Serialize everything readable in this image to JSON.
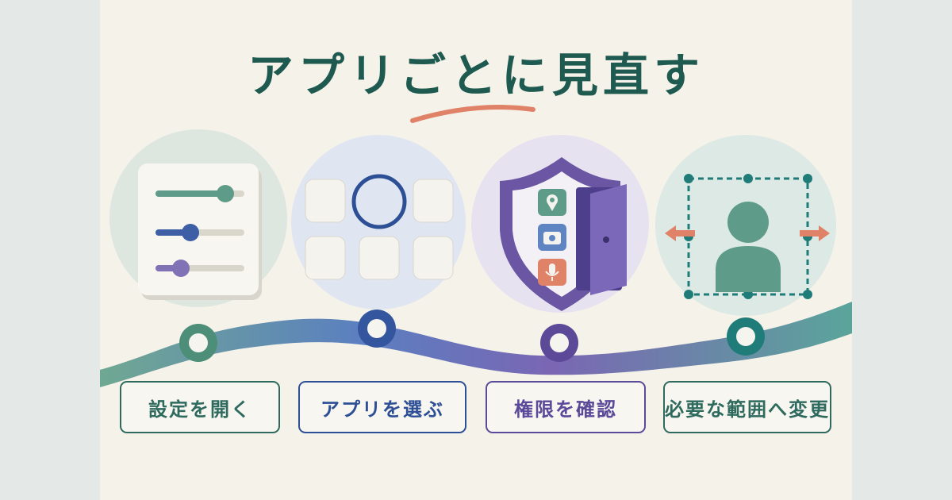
{
  "title": "アプリごとに見直す",
  "colors": {
    "title": "#1f5a50",
    "accent_underline": "#e08268",
    "teal": "#5e9c89",
    "blue": "#3e5fa6",
    "purple": "#6a56a3",
    "dark_teal": "#1f7c78",
    "coral": "#e08268"
  },
  "steps": [
    {
      "label": "設定を開く",
      "icon": "settings-sliders-icon",
      "color": "#2e6b5e"
    },
    {
      "label": "アプリを選ぶ",
      "icon": "app-grid-icon",
      "color": "#2d4f95"
    },
    {
      "label": "権限を確認",
      "icon": "shield-permissions-icon",
      "color": "#5a4a9a"
    },
    {
      "label": "必要な範囲へ変更",
      "icon": "resize-person-icon",
      "color": "#2e6b5e"
    }
  ]
}
